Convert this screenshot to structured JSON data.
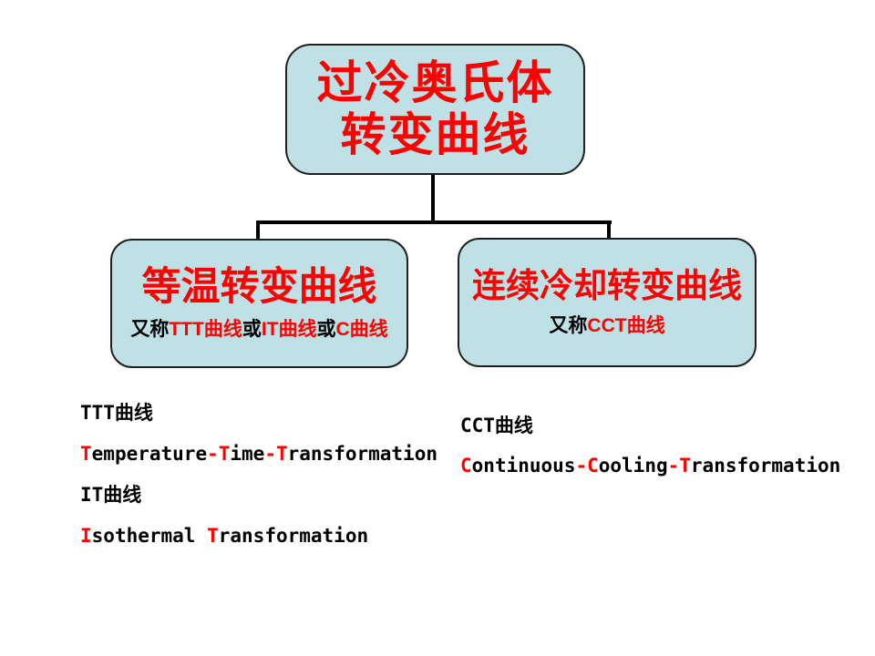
{
  "slide": {
    "colors": {
      "accent_red": "#ff0000",
      "text_black": "#000000",
      "box_fill": "#bfe0e5",
      "box_border": "#1f1f1f",
      "connector": "#000000",
      "background": "#ffffff"
    },
    "root_box": {
      "line1": "过冷奥氏体",
      "line2": "转变曲线"
    },
    "left_box": {
      "title": "等温转变曲线",
      "subtitle_segments": [
        {
          "text": "又称",
          "red": false
        },
        {
          "text": "TTT曲线",
          "red": true
        },
        {
          "text": "或",
          "red": false
        },
        {
          "text": "IT曲线",
          "red": true
        },
        {
          "text": "或",
          "red": false
        },
        {
          "text": "C曲线",
          "red": true
        }
      ]
    },
    "right_box": {
      "title": "连续冷却转变曲线",
      "subtitle_segments": [
        {
          "text": "又称",
          "red": false
        },
        {
          "text": "CCT曲线",
          "red": true
        }
      ]
    },
    "notes_left": {
      "lines": [
        {
          "segments": [
            {
              "text": "TTT曲线",
              "red": false
            }
          ]
        },
        {
          "segments": [
            {
              "text": "T",
              "red": true
            },
            {
              "text": "emperature",
              "red": false
            },
            {
              "text": "-T",
              "red": true
            },
            {
              "text": "ime",
              "red": false
            },
            {
              "text": "-T",
              "red": true
            },
            {
              "text": "ransformation",
              "red": false
            }
          ]
        },
        {
          "segments": [
            {
              "text": "IT曲线",
              "red": false
            }
          ]
        },
        {
          "segments": [
            {
              "text": "I",
              "red": true
            },
            {
              "text": "sothermal ",
              "red": false
            },
            {
              "text": "T",
              "red": true
            },
            {
              "text": "ransformation",
              "red": false
            }
          ]
        }
      ]
    },
    "notes_right": {
      "lines": [
        {
          "segments": [
            {
              "text": "CCT曲线",
              "red": false
            }
          ]
        },
        {
          "segments": [
            {
              "text": "C",
              "red": true
            },
            {
              "text": "ontinuous",
              "red": false
            },
            {
              "text": "-C",
              "red": true
            },
            {
              "text": "ooling",
              "red": false
            },
            {
              "text": "-T",
              "red": true
            },
            {
              "text": "ransformation",
              "red": false
            }
          ]
        }
      ]
    }
  }
}
